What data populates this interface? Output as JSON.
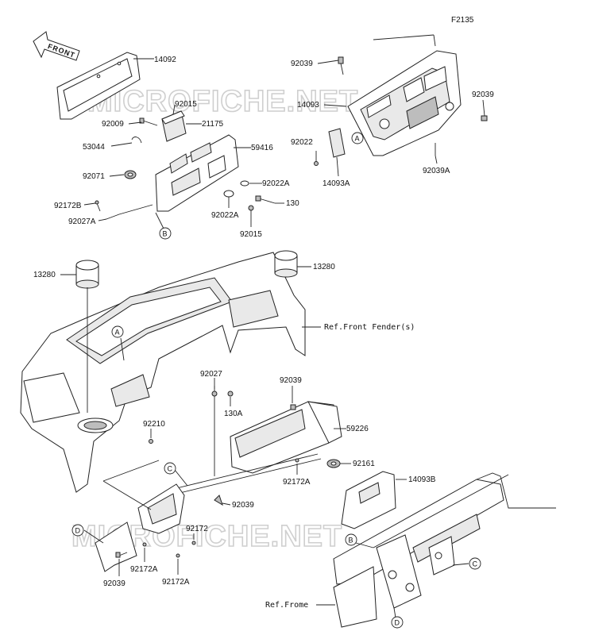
{
  "diagram_code": "F2135",
  "direction_label": "FRONT",
  "watermark": "MICROFICHE.NET",
  "callouts": {
    "a": "A",
    "b": "B",
    "c": "C",
    "d": "D"
  },
  "labels": {
    "p14092": "14092",
    "p92015_top": "92015",
    "p92009": "92009",
    "p21175": "21175",
    "p53044": "53044",
    "p59416": "59416",
    "p92071": "92071",
    "p92022A_right": "92022A",
    "p92172B": "92172B",
    "p92027A": "92027A",
    "p92022A_low": "92022A",
    "p130_top": "130",
    "p92015_low": "92015",
    "p92039_left": "92039",
    "p14093": "14093",
    "p92039_right": "92039",
    "p92022": "92022",
    "p14093A": "14093A",
    "p92039A": "92039A",
    "p13280_left": "13280",
    "p13280_right": "13280",
    "ref_fender": "Ref.Front Fender(s)",
    "p92027": "92027",
    "p130A": "130A",
    "p92039_mid": "92039",
    "p59226": "59226",
    "p92210": "92210",
    "p92161": "92161",
    "p92172A_mid": "92172A",
    "p14093B": "14093B",
    "p92039_bottom": "92039",
    "p92172": "92172",
    "p92172A_low1": "92172A",
    "p92039_low": "92039",
    "p92172A_low2": "92172A",
    "ref_frame": "Ref.Frome"
  }
}
